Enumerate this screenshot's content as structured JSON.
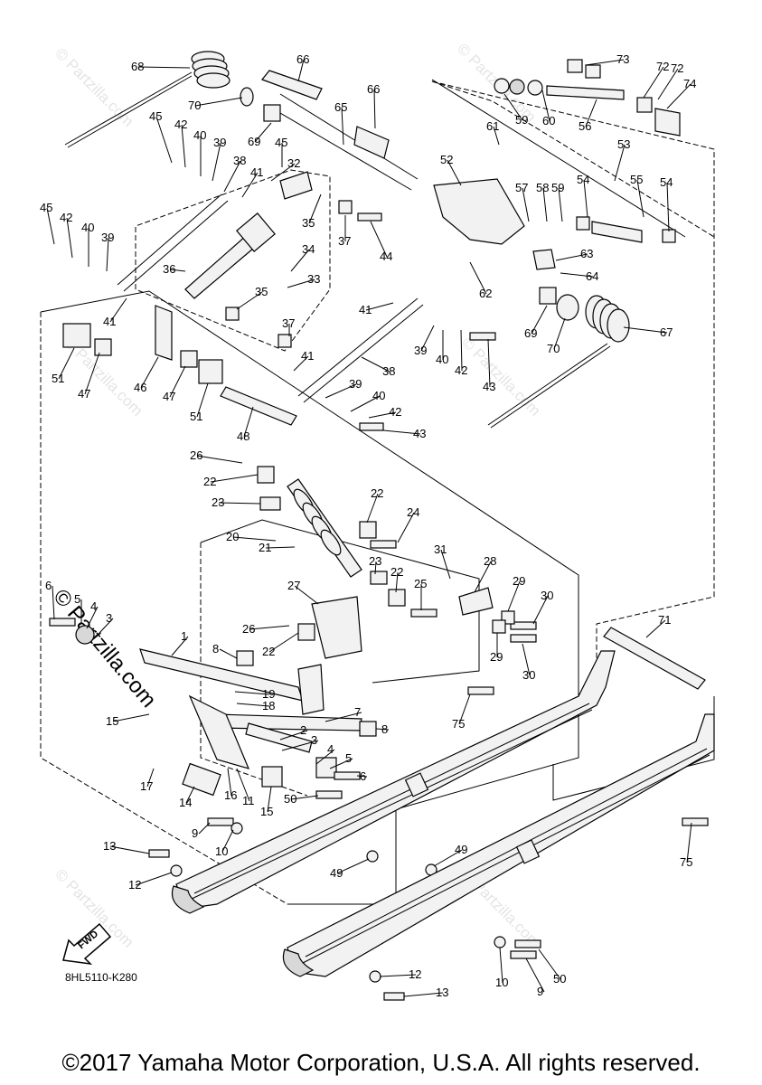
{
  "diagram": {
    "code": "8HL5110-K280",
    "copyright": "©2017 Yamaha Motor Corporation, U.S.A. All rights reserved.",
    "watermark": "© Partzilla.com",
    "watermark_main": "© Partzilla.com",
    "fwd_label": "FWD",
    "callouts": [
      "1",
      "2",
      "3",
      "4",
      "5",
      "6",
      "7",
      "8",
      "9",
      "10",
      "11",
      "12",
      "13",
      "14",
      "15",
      "16",
      "17",
      "18",
      "19",
      "20",
      "21",
      "22",
      "23",
      "24",
      "25",
      "26",
      "27",
      "28",
      "29",
      "30",
      "31",
      "32",
      "33",
      "34",
      "35",
      "36",
      "37",
      "38",
      "39",
      "40",
      "41",
      "42",
      "43",
      "44",
      "45",
      "46",
      "47",
      "48",
      "49",
      "50",
      "51",
      "52",
      "53",
      "54",
      "55",
      "56",
      "57",
      "58",
      "59",
      "60",
      "61",
      "62",
      "63",
      "64",
      "65",
      "66",
      "67",
      "68",
      "69",
      "70",
      "71",
      "72",
      "73",
      "74",
      "75"
    ]
  }
}
